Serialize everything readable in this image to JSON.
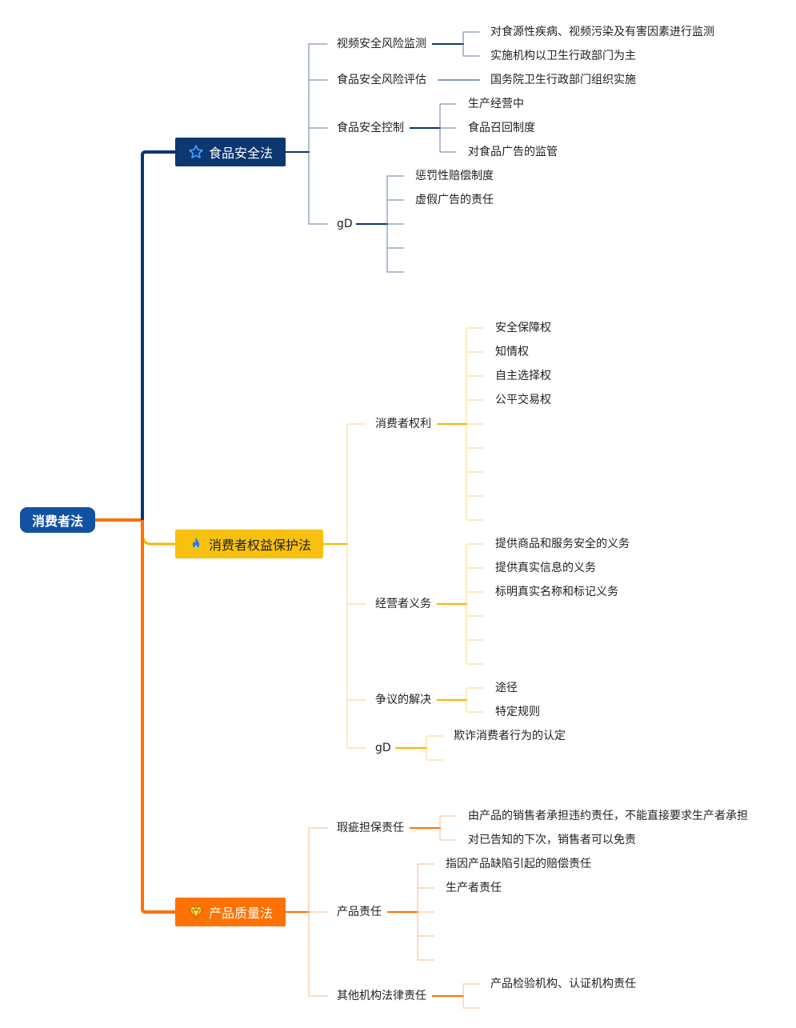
{
  "root": {
    "label": "消费者法",
    "color": "#1151a1"
  },
  "branches": [
    {
      "label": "食品安全法",
      "icon": "star-icon",
      "color": "#0c3770",
      "line_color": "#0c3770",
      "sub_line_color": "#5f7da3",
      "children": [
        {
          "label": "视频安全风险监测",
          "children": [
            "对食源性疾病、视频污染及有害因素进行监测",
            "实施机构以卫生行政部门为主"
          ]
        },
        {
          "label": "食品安全风险评估",
          "children": [
            "国务院卫生行政部门组织实施"
          ]
        },
        {
          "label": "食品安全控制",
          "children": [
            "生产经营中",
            "食品召回制度",
            "对食品广告的监管"
          ]
        },
        {
          "label": "gD",
          "children": [
            "惩罚性赔偿制度",
            "虚假广告的责任",
            "",
            "",
            ""
          ]
        }
      ]
    },
    {
      "label": "消费者权益保护法",
      "icon": "flame-icon",
      "color": "#f8c010",
      "line_color": "#f8b500",
      "sub_line_color": "#f9d77a",
      "children": [
        {
          "label": "消费者权利",
          "children": [
            "安全保障权",
            "知情权",
            "自主选择权",
            "公平交易权",
            "",
            "",
            "",
            "",
            ""
          ]
        },
        {
          "label": "经营者义务",
          "children": [
            "提供商品和服务安全的义务",
            "提供真实信息的义务",
            "标明真实名称和标记义务",
            "",
            "",
            ""
          ]
        },
        {
          "label": "争议的解决",
          "children": [
            "途径",
            "特定规则"
          ]
        },
        {
          "label": "gD",
          "children": [
            "欺诈消费者行为的认定",
            ""
          ]
        }
      ]
    },
    {
      "label": "产品质量法",
      "icon": "diamond-icon",
      "color": "#ff7100",
      "line_color": "#ff7100",
      "sub_line_color": "#f5b88c",
      "children": [
        {
          "label": "瑕疵担保责任",
          "children": [
            "由产品的销售者承担违约责任，不能直接要求生产者承担",
            "对已告知的下次，销售者可以免责"
          ]
        },
        {
          "label": "产品责任",
          "children": [
            "指因产品缺陷引起的赔偿责任",
            "生产者责任",
            "",
            "",
            ""
          ]
        },
        {
          "label": "其他机构法律责任",
          "children": [
            "产品检验机构、认证机构责任",
            ""
          ]
        }
      ]
    }
  ]
}
